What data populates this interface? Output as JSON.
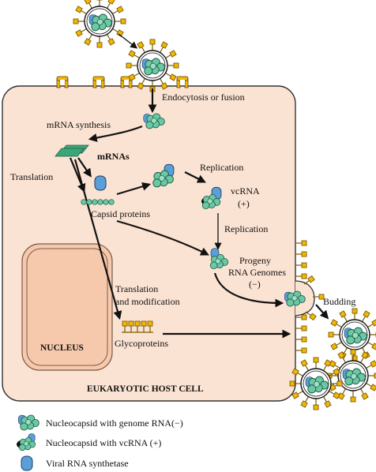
{
  "labels": {
    "endocytosis": "Endocytosis or fusion",
    "mrna_synthesis": "mRNA synthesis",
    "mrnas": "mRNAs",
    "translation": "Translation",
    "capsid_proteins": "Capsid proteins",
    "replication_1": "Replication",
    "vcrna": "vcRNA",
    "vcrna_sign": "(+)",
    "replication_2": "Replication",
    "progeny_line1": "Progeny",
    "progeny_line2": "RNA Genomes",
    "progeny_line3": "(−)",
    "translation_mod_line1": "Translation",
    "translation_mod_line2": "and modification",
    "glycoproteins": "Glycoproteins",
    "nucleus": "NUCLEUS",
    "host_cell": "EUKARYOTIC HOST CELL",
    "budding": "Budding"
  },
  "legend": [
    {
      "label": "Nucleocapsid with genome RNA(−)",
      "icon": "nucleocapsid-genome-icon"
    },
    {
      "label": "Nucleocapsid with vcRNA (+)",
      "icon": "nucleocapsid-vcrna-icon"
    },
    {
      "label": "Viral RNA synthetase",
      "icon": "rna-synthetase-icon"
    }
  ],
  "colors": {
    "cytoplasm": "#fbe3d3",
    "nucleus": "#f7c9ac",
    "nucleocapsid": "#6cc7a4",
    "synthetase": "#5b9fd8",
    "glycoprotein": "#f2b705",
    "mrna": "#3aa77a"
  }
}
